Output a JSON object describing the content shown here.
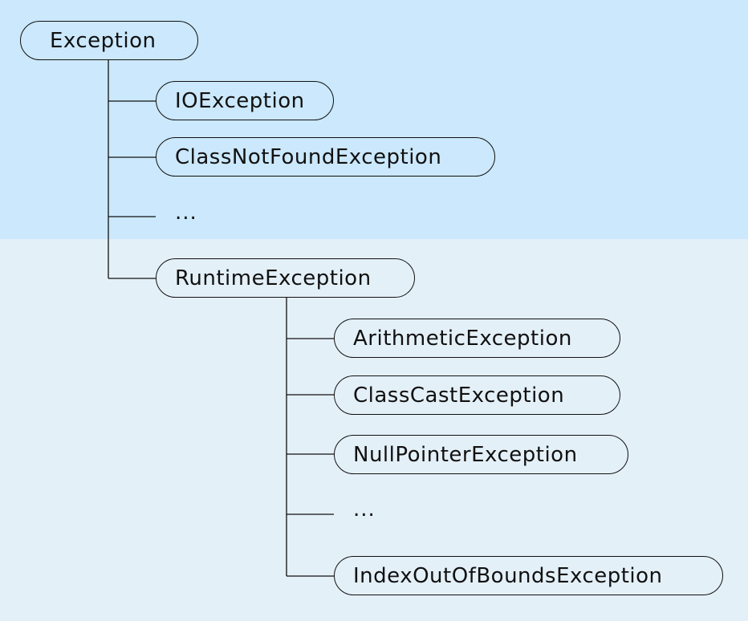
{
  "colors": {
    "top_band": "#cbe8fc",
    "bottom_band": "#e4f0f8",
    "stroke": "#111111"
  },
  "tree": {
    "root": "Exception",
    "level1": {
      "io": "IOException",
      "class_not_found": "ClassNotFoundException",
      "ellipsis": "...",
      "runtime": "RuntimeException"
    },
    "runtime_children": {
      "arithmetic": "ArithmeticException",
      "class_cast": "ClassCastException",
      "null_pointer": "NullPointerException",
      "ellipsis": "...",
      "index_out_of_bounds": "IndexOutOfBoundsException"
    }
  }
}
